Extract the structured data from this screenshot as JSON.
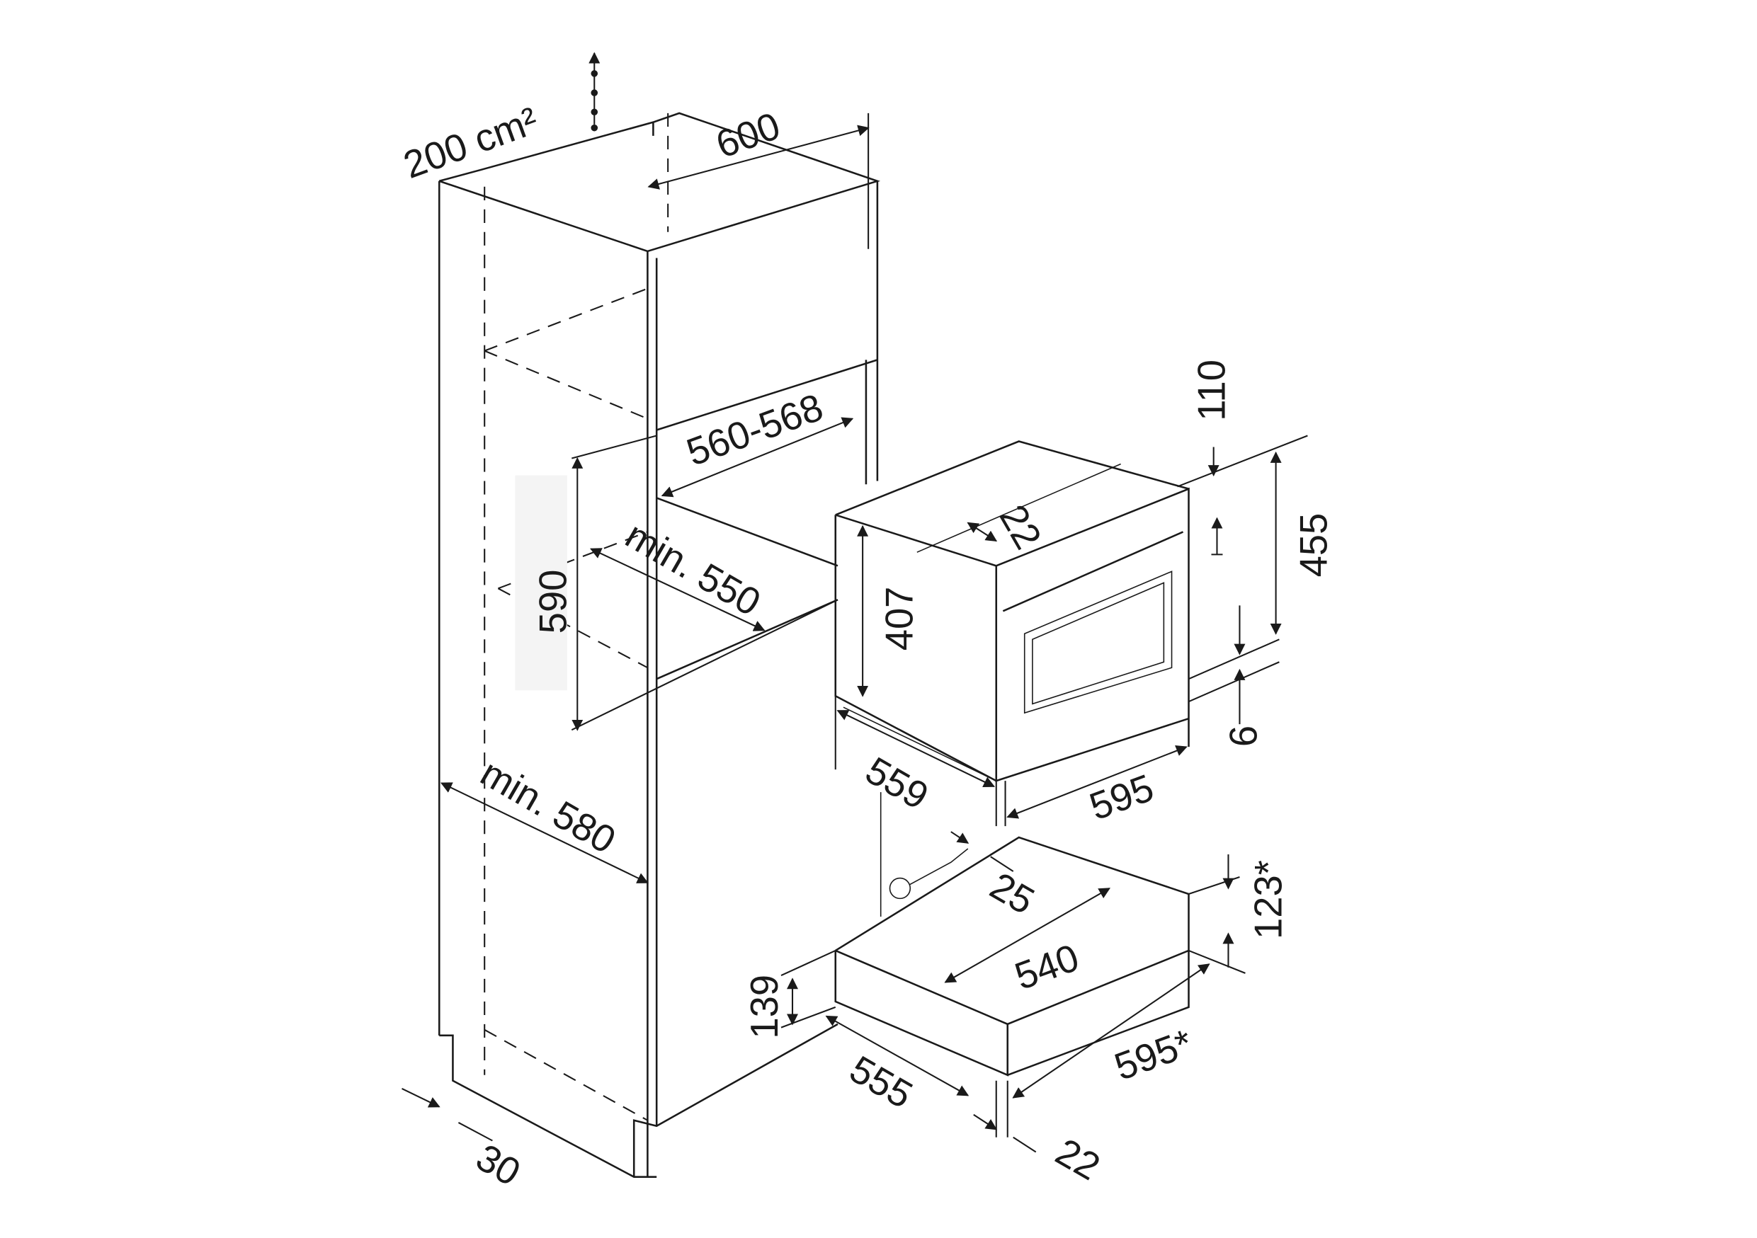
{
  "title": "Built-in oven and warming drawer installation dimensions",
  "labels": {
    "ventilation": "200 cm²",
    "cabinet_width": "600",
    "niche_width": "560-568",
    "niche_height": "590",
    "niche_depth": "min. 550",
    "cabinet_depth": "min. 580",
    "oven_body_height": "407",
    "oven_front_depth": "22",
    "top_gap": "110",
    "oven_height": "455",
    "bottom_gap": "6",
    "oven_depth": "559",
    "oven_width": "595",
    "plug_offset": "25",
    "drawer_body_width": "540",
    "drawer_front_height": "123*",
    "drawer_body_height": "139",
    "drawer_width": "595*",
    "drawer_depth": "555",
    "plinth_offset": "30",
    "drawer_front_depth": "22"
  }
}
